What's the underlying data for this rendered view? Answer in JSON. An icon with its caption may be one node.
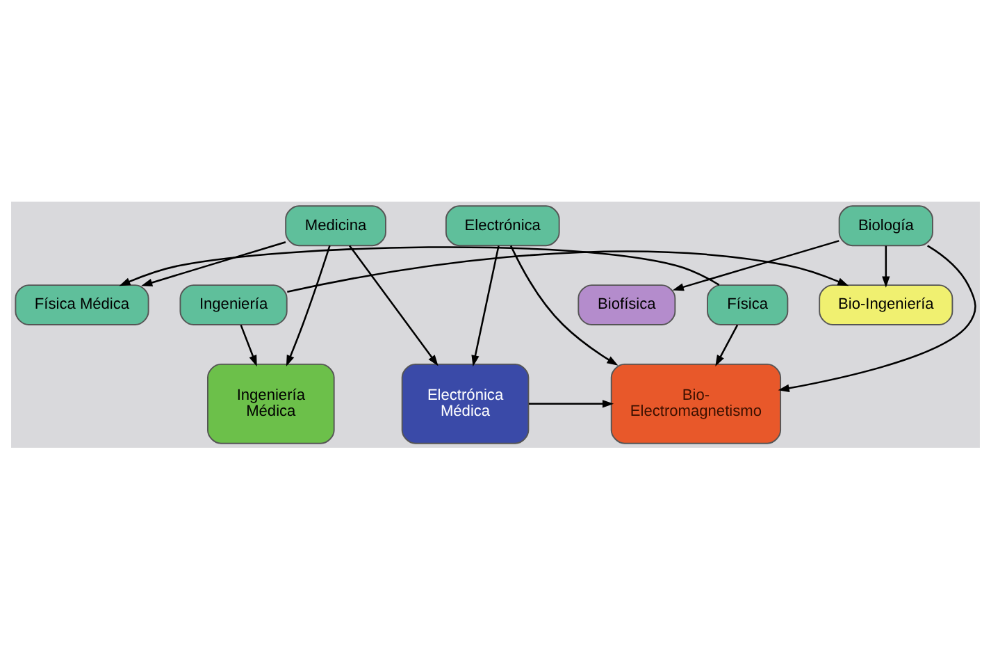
{
  "diagram": {
    "nodes": [
      {
        "text": [
          "Medicina"
        ]
      },
      {
        "text": [
          "Electrónica"
        ]
      },
      {
        "text": [
          "Biología"
        ]
      },
      {
        "text": [
          "Ingeniería Médica"
        ]
      },
      {
        "text": [
          "Electrónica Médica"
        ]
      },
      {
        "text": [
          "Bio- Electromagnetismo"
        ]
      },
      {
        "text": [
          "Física Médica"
        ]
      },
      {
        "text": [
          "Física"
        ]
      },
      {
        "text": [
          "Biofísica"
        ]
      },
      {
        "text": [
          "Ingeniería"
        ]
      },
      {
        "text": [
          "Bio-Ingeniería"
        ]
      }
    ],
    "edges": [
      {
        "from": 0,
        "to": 3,
        "arrow": "to"
      },
      {
        "from": 0,
        "to": 4,
        "arrow": "to"
      },
      {
        "from": 0,
        "to": 6,
        "arrow": "to"
      },
      {
        "from": 1,
        "to": 4,
        "arrow": "to"
      },
      {
        "from": 1,
        "to": 5,
        "arrow": "to"
      },
      {
        "from": 2,
        "to": 5,
        "arrow": "to"
      },
      {
        "from": 2,
        "to": 8,
        "arrow": "to"
      },
      {
        "from": 2,
        "to": 10,
        "arrow": "to"
      },
      {
        "from": 4,
        "to": 5,
        "arrow": "to"
      },
      {
        "from": 7,
        "to": 5,
        "arrow": "to"
      },
      {
        "from": 7,
        "to": 6,
        "arrow": "to"
      },
      {
        "from": 9,
        "to": 3,
        "arrow": "to"
      },
      {
        "from": 9,
        "to": 10,
        "arrow": "to"
      }
    ]
  }
}
